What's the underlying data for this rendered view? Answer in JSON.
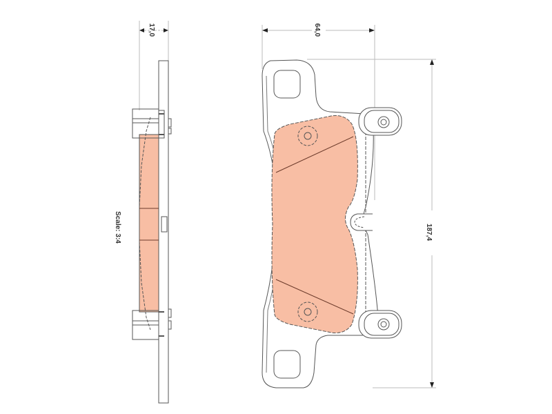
{
  "diagram": {
    "subject": "brake pad technical drawing",
    "views": [
      "side-view",
      "front-view"
    ],
    "scale_label": "Scale: 3:4",
    "dimensions": {
      "thickness": "17,0",
      "width": "64,0",
      "height": "187,4"
    },
    "colors": {
      "friction_material": "#f8bea4",
      "outline": "#555555",
      "dim_line": "#aaaaaa",
      "arrow": "#222222",
      "background": "#ffffff"
    }
  }
}
